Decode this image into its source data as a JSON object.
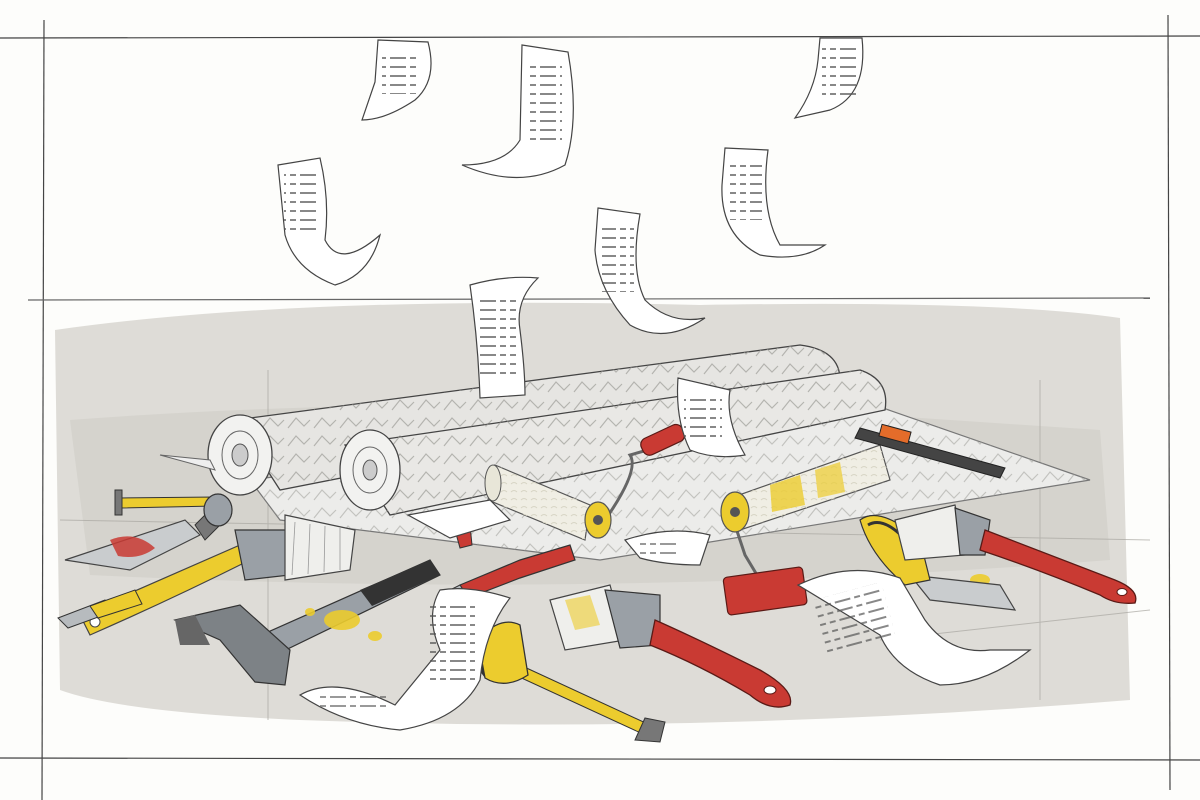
{
  "illustration": {
    "subject": "",
    "palette": {
      "paper": "#fdfdfb",
      "floor": "#d8d6d0",
      "floor_shadow": "#bdbbb5",
      "ink": "#333333",
      "tool_red": "#c93a33",
      "tool_yellow": "#eccc2e",
      "metal": "#9aa0a6",
      "roller_cover": "#f0eee4",
      "receipt": "#ffffff"
    },
    "objects": [
      {
        "name": "wallpaper-roll",
        "count": 2
      },
      {
        "name": "paint-roller",
        "count": 2
      },
      {
        "name": "paintbrush",
        "count": 3
      },
      {
        "name": "hammer",
        "count": 1
      },
      {
        "name": "tape-measure",
        "count": 2
      },
      {
        "name": "putty-knife",
        "count": 2
      },
      {
        "name": "utility-knife",
        "count": 2
      },
      {
        "name": "pencil",
        "count": 1
      },
      {
        "name": "receipt",
        "count": 10
      }
    ]
  }
}
